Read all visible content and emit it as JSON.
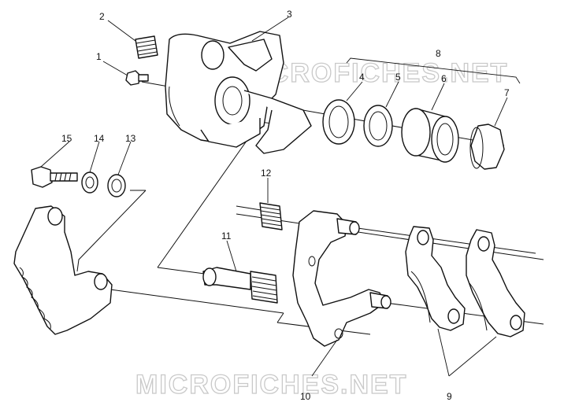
{
  "diagram": {
    "callouts": [
      "1",
      "2",
      "3",
      "4",
      "5",
      "6",
      "7",
      "8",
      "9",
      "10",
      "11",
      "12",
      "13",
      "14",
      "15"
    ],
    "watermark": "MICROFICHES.NET"
  },
  "style": {
    "ink": "#111111",
    "watermark": "#c9c9c9",
    "background": "#ffffff"
  }
}
